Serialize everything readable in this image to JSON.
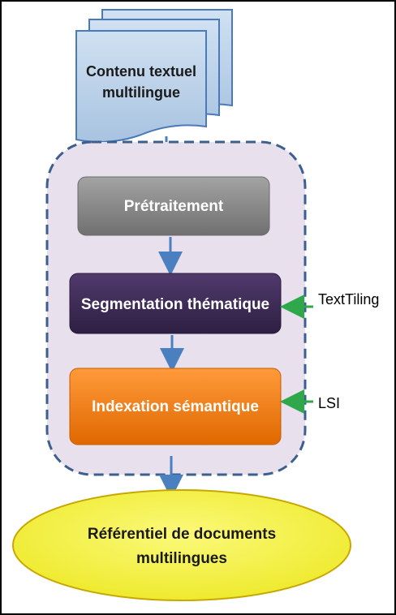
{
  "diagram": {
    "source": {
      "line1": "Contenu textuel",
      "line2": "multilingue"
    },
    "steps": [
      {
        "id": "pretraitement",
        "label": "Prétraitement",
        "color": "#8a8a8a"
      },
      {
        "id": "segmentation",
        "label": "Segmentation thématique",
        "color": "#3f2d57"
      },
      {
        "id": "indexation",
        "label": "Indexation sémantique",
        "color": "#f07c14"
      }
    ],
    "tools": {
      "segmentation": "TextTiling",
      "indexation": "LSI"
    },
    "output": {
      "line1": "Référentiel de documents",
      "line2": "multilingues"
    },
    "colors": {
      "document_fill": "#b8cfe6",
      "document_stroke": "#4a7ab8",
      "container_fill": "#e8e0ec",
      "container_stroke": "#3d5f8f",
      "arrow_blue": "#4a7fc0",
      "arrow_green": "#2ea84a",
      "output_fill": "#f2f04a",
      "output_stroke": "#c8a800"
    }
  }
}
